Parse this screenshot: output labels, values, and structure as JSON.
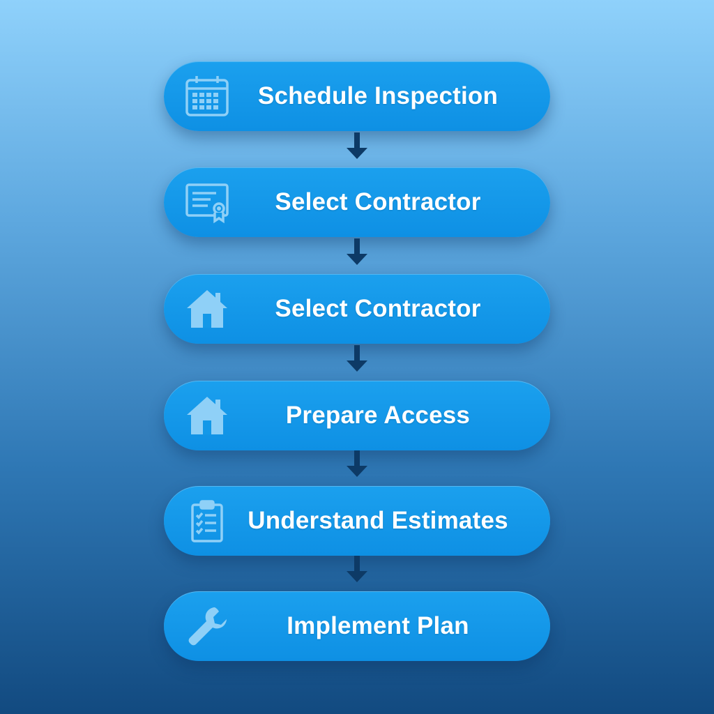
{
  "steps": [
    {
      "label": "Schedule Inspection",
      "icon": "calendar-icon"
    },
    {
      "label": "Select Contractor",
      "icon": "certificate-icon"
    },
    {
      "label": "Select Contractor",
      "icon": "house-icon"
    },
    {
      "label": "Prepare Access",
      "icon": "house-icon"
    },
    {
      "label": "Understand Estimates",
      "icon": "clipboard-checklist-icon"
    },
    {
      "label": "Implement Plan",
      "icon": "wrench-icon"
    }
  ],
  "colors": {
    "step_fill": "#1398e8",
    "icon": "#8fd0f7",
    "arrow": "#0d3a66",
    "text": "#ffffff"
  }
}
